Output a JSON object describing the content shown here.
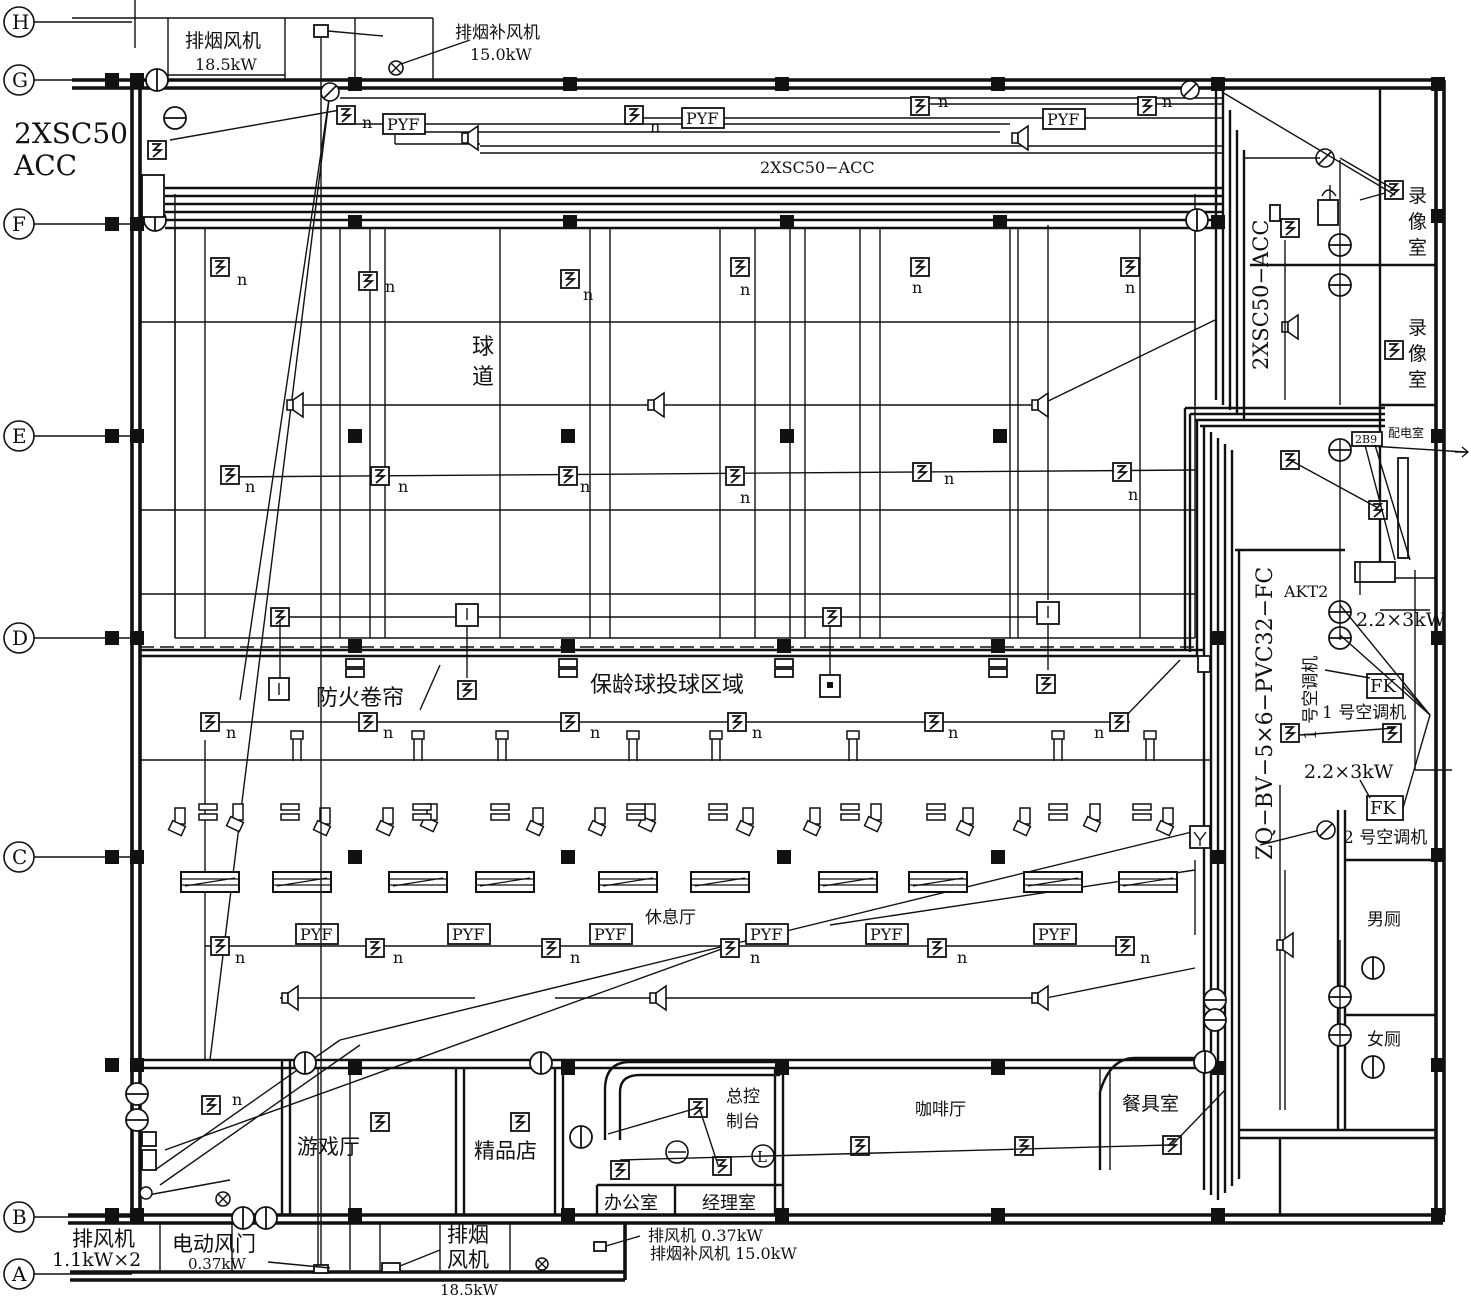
{
  "grid_axes": [
    "H",
    "G",
    "F",
    "E",
    "D",
    "C",
    "B",
    "A"
  ],
  "labels": {
    "smoke_fan_top": "排烟风机",
    "smoke_fan_top_power": "18.5kW",
    "smoke_supply_fan_top": "排烟补风机",
    "smoke_supply_fan_top_power": "15.0kW",
    "cable_left_1": "2XSC50",
    "cable_left_2": "ACC",
    "cable_top": "2XSC50−ACC",
    "cable_right": "2XSC50−ACC",
    "lane_1": "球",
    "lane_2": "道",
    "fire_shutter": "防火卷帘",
    "bowling_area": "保龄球投球区域",
    "lounge": "休息厅",
    "game_hall": "游戏厅",
    "boutique": "精品店",
    "main_control_1": "总控",
    "main_control_2": "制台",
    "cafe": "咖啡厅",
    "tableware_room": "餐具室",
    "office": "办公室",
    "manager_room": "经理室",
    "video_room_a": [
      "录",
      "像",
      "室"
    ],
    "video_room_b": [
      "录",
      "像",
      "室"
    ],
    "distribution_room": "配电室",
    "panel_2b9": "2B9",
    "akt2": "AKT2",
    "ac_power_1": "2.2×3kW",
    "ac_power_2": "2.2×3kW",
    "fk": "FK",
    "ac_unit_1_vertical": "1 号空调机",
    "ac_unit_1": "1 号空调机",
    "ac_unit_2": "2 号空调机",
    "cable_zq": "ZQ−BV−5×6−PVC32−FC",
    "mens_wc": "男厕",
    "womens_wc": "女厕",
    "exhaust_fan_bottom": "排风机",
    "exhaust_fan_bottom_power": "1.1kW×2",
    "electric_damper": "电动风门",
    "electric_damper_power": "0.37kW",
    "smoke_fan_bottom_1": "排烟",
    "smoke_fan_bottom_2": "风机",
    "smoke_fan_bottom_power": "18.5kW",
    "exhaust_fan_note": "排风机 0.37kW",
    "smoke_supply_note": "排烟补风机 15.0kW",
    "pyf": "PYF",
    "n": "n"
  },
  "colors": {
    "ink": "#111111",
    "paper": "#ffffff"
  },
  "icons": [
    "emergency-light-icon",
    "speaker-icon",
    "socket-icon",
    "lamp-icon",
    "camera-icon",
    "smoke-vent-icon"
  ]
}
